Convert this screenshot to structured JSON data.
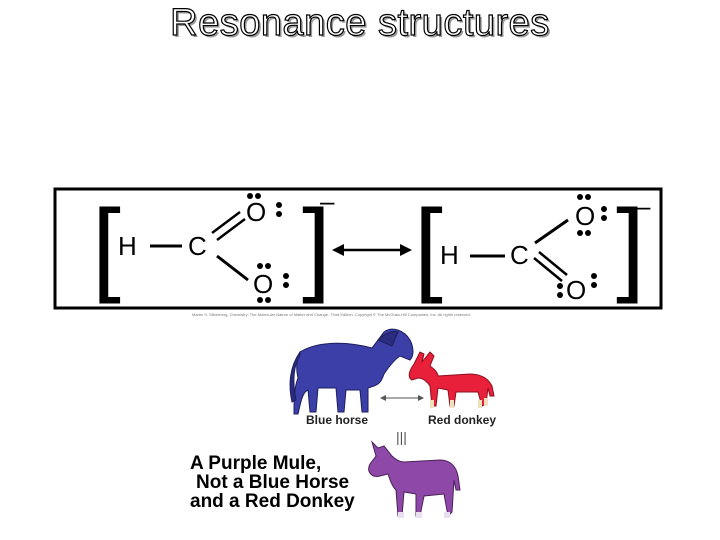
{
  "title": "Resonance structures",
  "structure_left": {
    "h": "H",
    "c": "C",
    "o_top": "O",
    "o_bottom": "O",
    "charge": "–"
  },
  "structure_right": {
    "h": "H",
    "c": "C",
    "o_top": "O",
    "o_bottom": "O",
    "charge": "–"
  },
  "brackets": {
    "open": "[",
    "close": "]"
  },
  "credit_line": "Martin S. Silberberg, Chemistry: The Molecular Nature of Matter and Change, Third Edition. Copyright © The McGraw-Hill Companies, Inc. All rights reserved.",
  "animals": {
    "horse_label": "Blue horse",
    "donkey_label": "Red donkey",
    "equals": "|||",
    "mule_lines": [
      "A Purple Mule,",
      "Not a Blue Horse",
      "and a Red Donkey"
    ]
  },
  "colors": {
    "horse": "#3c3fa8",
    "donkey": "#e8203a",
    "mule": "#8e48a8",
    "frame": "#000000"
  }
}
